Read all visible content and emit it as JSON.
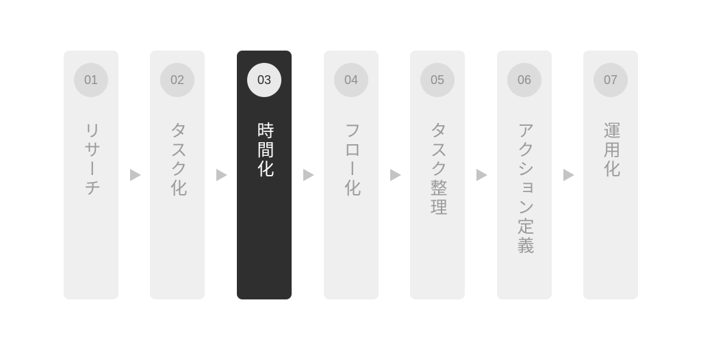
{
  "steps": [
    {
      "number": "01",
      "label": "リサーチ"
    },
    {
      "number": "02",
      "label": "タスク化"
    },
    {
      "number": "03",
      "label": "時間化"
    },
    {
      "number": "04",
      "label": "フロー化"
    },
    {
      "number": "05",
      "label": "タスク整理"
    },
    {
      "number": "06",
      "label": "アクション定義"
    },
    {
      "number": "07",
      "label": "運用化"
    }
  ],
  "active_step": "03",
  "colors": {
    "card": "#efefef",
    "card_active": "#2f2f2f",
    "badge": "#dcdcdc",
    "text_muted": "#9b9b9b",
    "text_active": "#ffffff",
    "arrow": "#c4c4c4"
  }
}
